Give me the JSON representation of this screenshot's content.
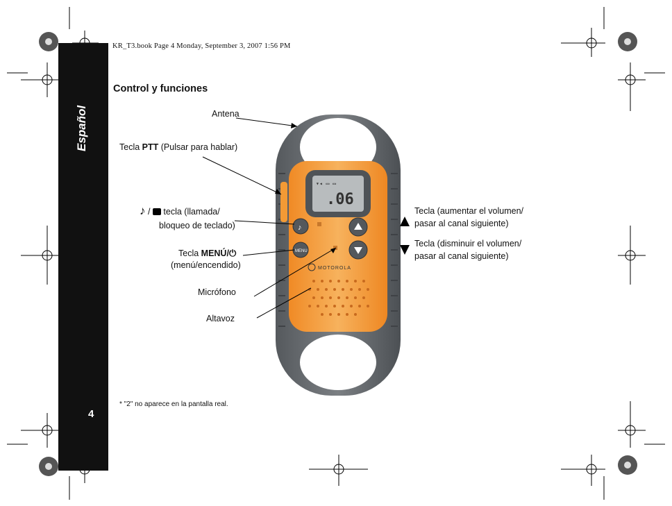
{
  "header": {
    "book_line": "KR_T3.book  Page 4  Monday, September 3, 2007  1:56 PM"
  },
  "sidebar": {
    "language": "Español",
    "page_number": "4"
  },
  "title": "Control y funciones",
  "labels": {
    "antenna": "Antena",
    "ptt_prefix": "Tecla ",
    "ptt_bold": "PTT",
    "ptt_rest": " (Pulsar para hablar)",
    "call_line1": "tecla (llamada/",
    "call_line2": "bloqueo de teclado)",
    "menu_prefix": "Tecla ",
    "menu_bold": "MENÚ/",
    "menu_line2": "(menú/encendido)",
    "microphone": "Micrófono",
    "speaker": "Altavoz",
    "vol_up_line1": "Tecla (aumentar el volumen/",
    "vol_up_line2": "pasar al canal siguiente)",
    "vol_down_line1": "Tecla (disminuir el volumen/",
    "vol_down_line2": "pasar al canal siguiente)"
  },
  "device": {
    "display_channel": ".06",
    "brand": "MOTOROLA",
    "menu_key": "MENU",
    "body_color": "#f5a64a",
    "frame_color": "#6a6e72",
    "lcd_color": "#b8bcbe"
  },
  "icons": {
    "call": "music-note-icon",
    "lock": "padlock-icon",
    "power": "power-icon",
    "up": "triangle-up-icon",
    "down": "triangle-down-icon"
  },
  "footnote": "* \"2\" no aparece en la pantalla real."
}
